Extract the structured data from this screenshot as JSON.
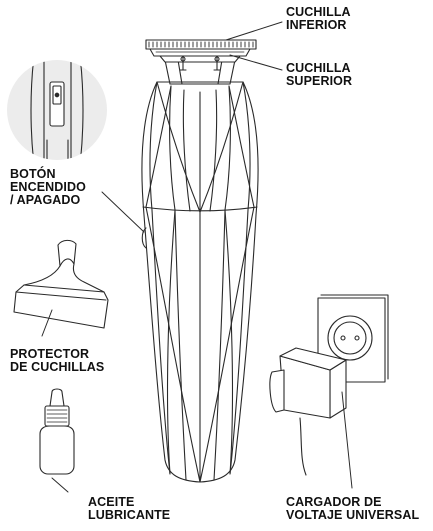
{
  "labels": {
    "cuchilla_inferior": [
      "CUCHILLA",
      "INFERIOR"
    ],
    "cuchilla_superior": [
      "CUCHILLA",
      "SUPERIOR"
    ],
    "boton": [
      "BOTÓN",
      "ENCENDIDO",
      "/ APAGADO"
    ],
    "protector": [
      "PROTECTOR",
      "DE CUCHILLAS"
    ],
    "aceite": [
      "ACEITE",
      "LUBRICANTE"
    ],
    "cargador": [
      "CARGADOR DE",
      "VOLTAJE UNIVERSAL"
    ]
  },
  "colors": {
    "line": "#2a2a2a",
    "text": "#111111",
    "inset_bg": "#ececec",
    "background": "#ffffff"
  },
  "parts": [
    "trimmer-body-icon",
    "blade-assembly-icon",
    "power-switch-inset-icon",
    "blade-guard-icon",
    "oil-bottle-icon",
    "wall-outlet-icon",
    "power-adapter-icon"
  ]
}
